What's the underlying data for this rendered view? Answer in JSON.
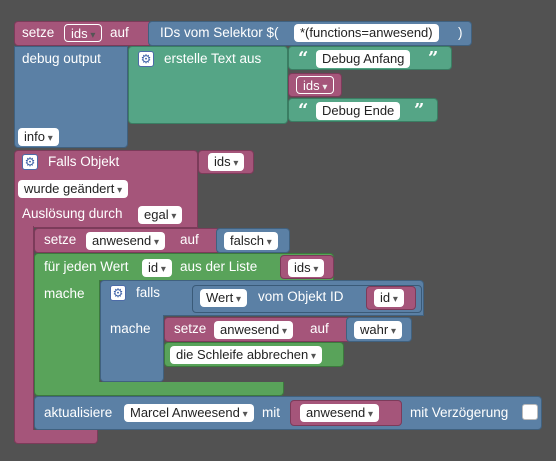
{
  "set_ids": {
    "setze": "setze",
    "var": "ids",
    "auf": "auf",
    "selector_prefix": "IDs vom Selektor $(",
    "selector": "*(functions=anwesend)",
    "selector_suffix": ")"
  },
  "debug": {
    "label": "debug output",
    "create_text": "erstelle Text aus",
    "text1": "Debug Anfang",
    "var": "ids",
    "text2": "Debug Ende",
    "level": "info"
  },
  "trigger": {
    "falls_objekt": "Falls Objekt",
    "ids": "ids",
    "changed": "wurde geändert",
    "ausloesung": "Auslösung durch",
    "egal": "egal"
  },
  "set_anwesend_false": {
    "setze": "setze",
    "var": "anwesend",
    "auf": "auf",
    "value": "falsch"
  },
  "foreach": {
    "label": "für jeden Wert",
    "var": "id",
    "aus_liste": "aus der Liste",
    "list": "ids",
    "mache": "mache"
  },
  "if_block": {
    "falls": "falls",
    "wert": "Wert",
    "vom_objekt": "vom Objekt ID",
    "id": "id",
    "mache": "mache",
    "setze": "setze",
    "var": "anwesend",
    "auf": "auf",
    "value": "wahr",
    "break": "die Schleife abbrechen"
  },
  "update": {
    "label": "aktualisiere",
    "target": "Marcel Anweesend",
    "mit": "mit",
    "var": "anwesend",
    "delay": "mit Verzögerung"
  },
  "colors": {
    "background": "#525252",
    "variables": "#a5557a",
    "logic": "#5b80a5",
    "loops": "#59a35a",
    "text": "#55a586"
  }
}
